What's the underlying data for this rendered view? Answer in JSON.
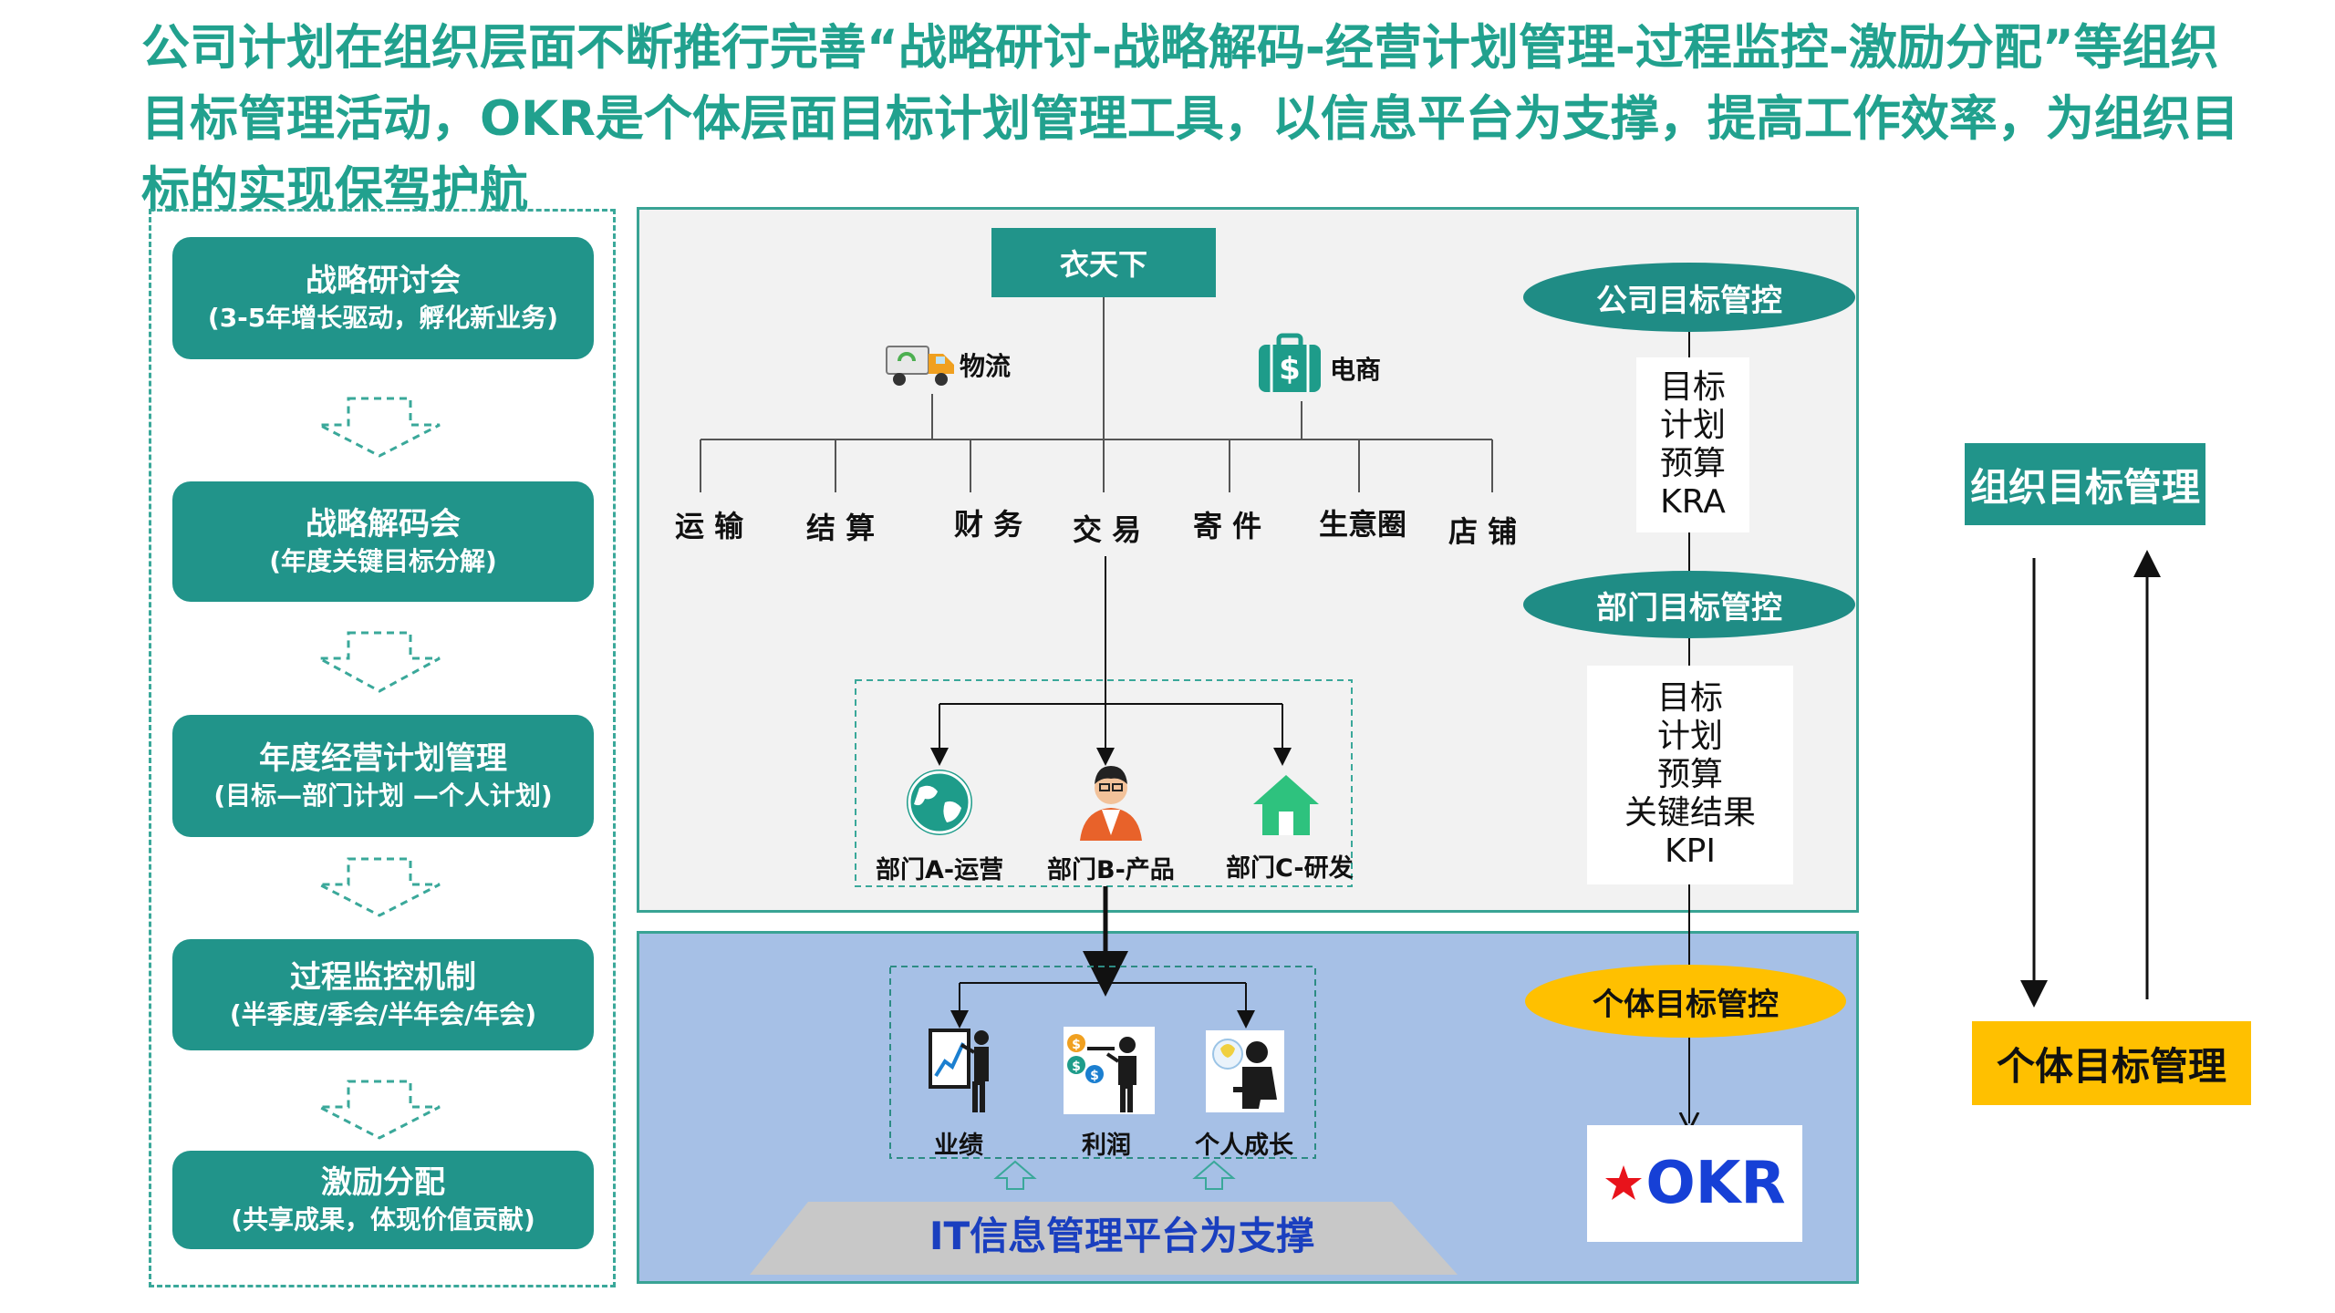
{
  "title": "公司计划在组织层面不断推行完善“战略研讨-战略解码-经营计划管理-过程监控-激励分配”等组织目标管理活动，OKR是个体层面目标计划管理工具，以信息平台为支撑，提高工作效率，为组织目标的实现保驾护航",
  "steps": [
    {
      "title": "战略研讨会",
      "sub": "(3-5年增长驱动，孵化新业务)"
    },
    {
      "title": "战略解码会",
      "sub": "(年度关键目标分解)"
    },
    {
      "title": "年度经营计划管理",
      "sub": "(目标—部门计划 —个人计划)"
    },
    {
      "title": "过程监控机制",
      "sub": "(半季度/季会/半年会/年会)"
    },
    {
      "title": "激励分配",
      "sub": "(共享成果，体现价值贡献)"
    }
  ],
  "root": "衣天下",
  "groups": {
    "logistics": "物流",
    "ecommerce": "电商"
  },
  "branches": [
    "运 输",
    "结 算",
    "财 务",
    "交 易",
    "寄 件",
    "生意圈",
    "店 铺"
  ],
  "departments": [
    "部门A-运营",
    "部门B-产品",
    "部门C-研发"
  ],
  "metrics": [
    "业绩",
    "利润",
    "个人成长"
  ],
  "platform": "IT信息管理平台为支撑",
  "controls": {
    "company": "公司目标管控",
    "company_items": [
      "目标",
      "计划",
      "预算",
      "KRA"
    ],
    "department": "部门目标管控",
    "department_items": [
      "目标",
      "计划",
      "预算",
      "关键结果",
      "KPI"
    ],
    "individual": "个体目标管控",
    "okr": "OKR"
  },
  "right_tags": {
    "org": "组织目标管理",
    "individual": "个体目标管理"
  },
  "colors": {
    "teal": "#21948a",
    "title": "#21a18e",
    "yellow": "#ffc000",
    "platform_text": "#1a3fbf",
    "okr_text": "#1640d6",
    "star": "#e8131b"
  }
}
